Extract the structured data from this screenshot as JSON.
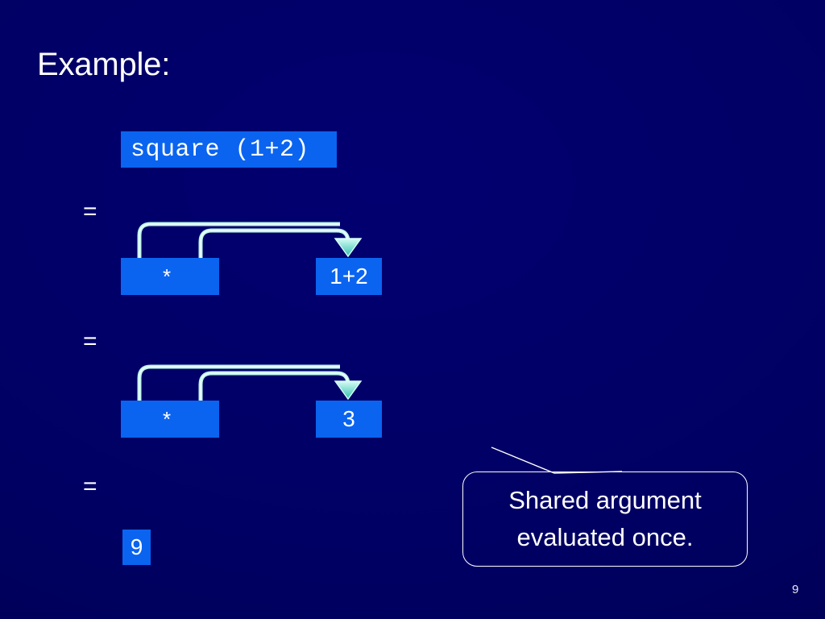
{
  "slide": {
    "title": "Example:",
    "page_number": "9",
    "background_color": "#000066",
    "accent_box_color": "#0a64f0",
    "arrow_color": "#7fe3d8",
    "text_color": "#ffffff"
  },
  "expression": {
    "source": "square (1+2)"
  },
  "steps": [
    {
      "equals": "=",
      "operator_label": "*",
      "argument_label": "1+2",
      "shared": true
    },
    {
      "equals": "=",
      "operator_label": "*",
      "argument_label": "3",
      "shared": true
    },
    {
      "equals": "=",
      "result_label": "9"
    }
  ],
  "callout": {
    "line1": "Shared argument",
    "line2": "evaluated once.",
    "border_color": "#ffffff"
  },
  "icons": {
    "share_arrow": "shared-argument-arrow-icon",
    "arrow_head": "arrowhead-down-icon",
    "callout_tail": "callout-tail-icon"
  }
}
